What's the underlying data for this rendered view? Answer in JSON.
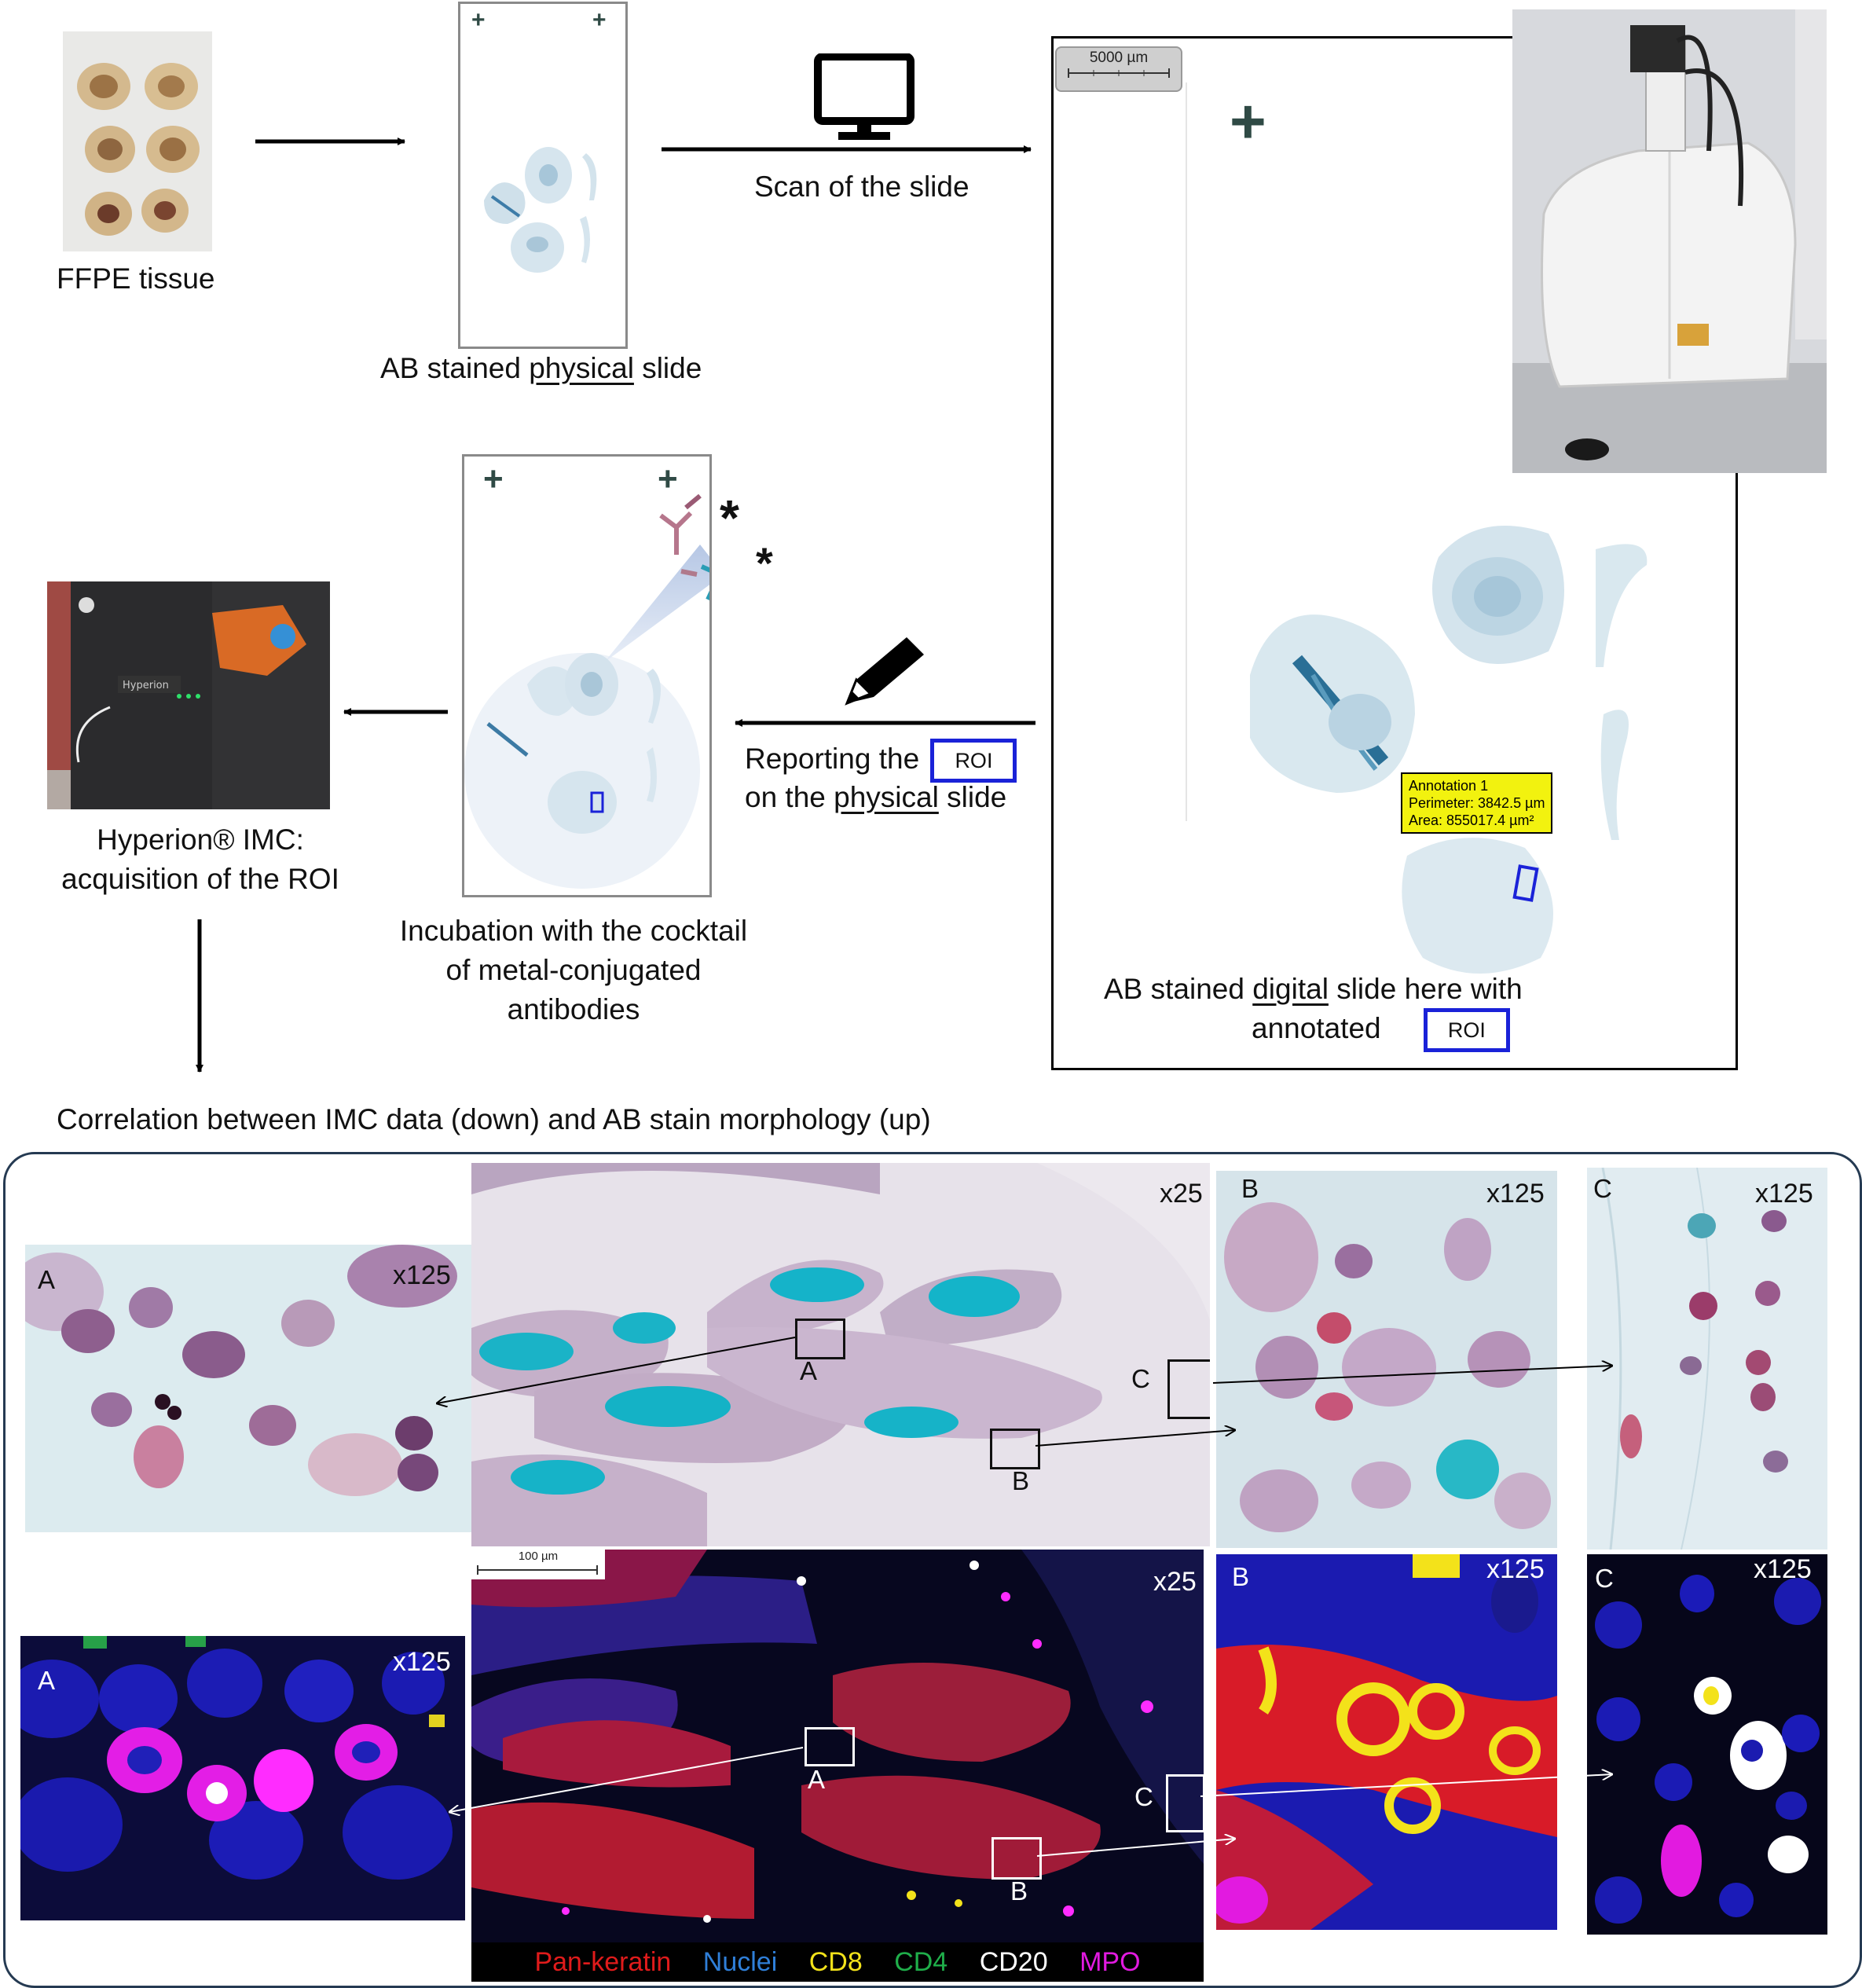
{
  "step_labels": {
    "ffpe": "FFPE tissue",
    "physical_slide_pre": "AB stained ",
    "physical_slide_u": "physical",
    "physical_slide_post": " slide",
    "scan": "Scan of the slide",
    "digital_pre": "AB stained ",
    "digital_u": "digital",
    "digital_post": " slide here with",
    "digital_line2": "annotated",
    "roi": "ROI",
    "reporting_line1": "Reporting the",
    "reporting_line2_pre": "on the ",
    "reporting_line2_u": "physical",
    "reporting_line2_post": " slide",
    "incubation_line1": "Incubation with the cocktail",
    "incubation_line2": "of metal-conjugated",
    "incubation_line3": "antibodies",
    "hyperion_line1": "Hyperion® IMC:",
    "hyperion_line2": "acquisition of the ROI",
    "correlation": "Correlation between IMC data (down) and AB stain morphology (up)"
  },
  "scan_bar": "5000 µm",
  "annotation": {
    "line1": "Annotation 1",
    "line2": "Perimeter: 3842.5 µm",
    "line3": "Area: 855017.4 µm²"
  },
  "panels": {
    "A": "A",
    "B": "B",
    "C": "C",
    "x25": "x25",
    "x125": "x125",
    "scale_100": "100 µm"
  },
  "legend": [
    {
      "label": "Pan-keratin",
      "color": "#e01b1b"
    },
    {
      "label": "Nuclei",
      "color": "#2f7fd8"
    },
    {
      "label": "CD8",
      "color": "#f2e21a"
    },
    {
      "label": "CD4",
      "color": "#1fae4a"
    },
    {
      "label": "CD20",
      "color": "#ffffff"
    },
    {
      "label": "MPO",
      "color": "#e21ae0"
    }
  ],
  "hyperion_brand": "Hyperion"
}
